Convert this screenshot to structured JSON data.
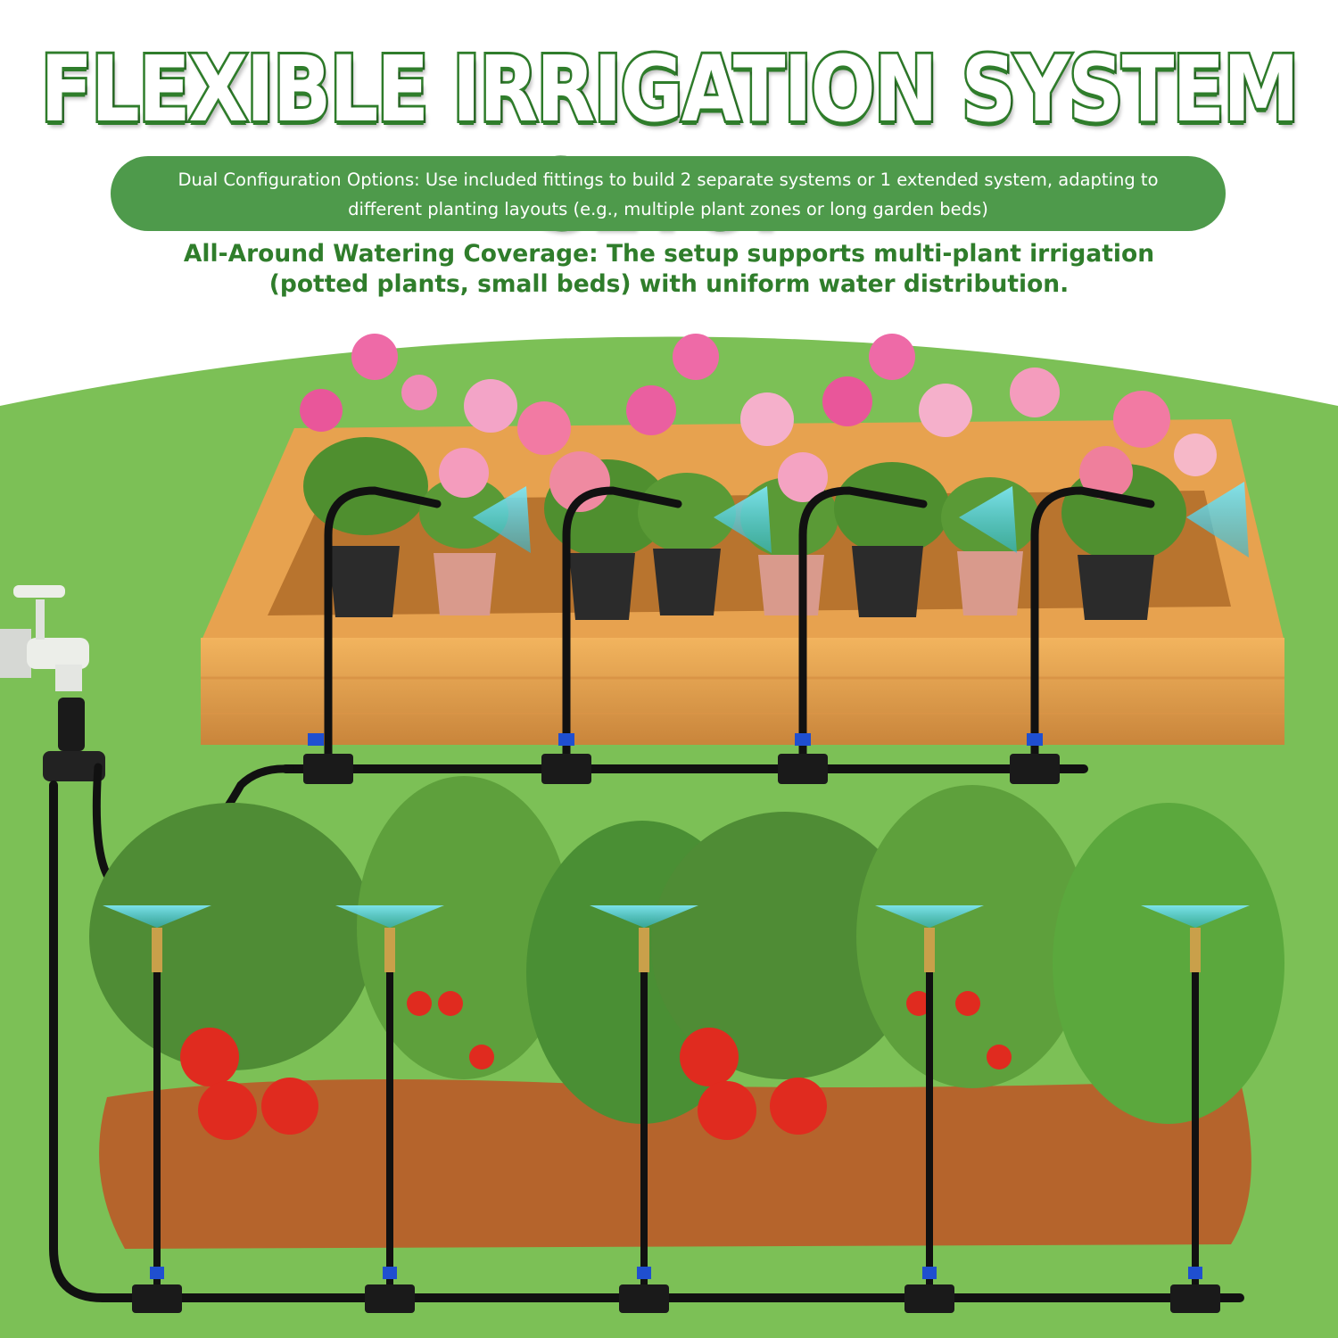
{
  "headline": "FLEXIBLE IRRIGATION SYSTEM SETUP",
  "config_note": {
    "line1": "Dual Configuration Options: Use included fittings to build 2 separate systems or 1 extended system, adapting to",
    "line2": "different planting layouts (e.g., multiple plant zones or long garden beds)"
  },
  "coverage_note": {
    "line1": "All-Around Watering Coverage: The setup supports multi-plant irrigation",
    "line2": "(potted plants, small beds) with uniform water distribution."
  },
  "colors": {
    "brand_green": "#2f7d2b",
    "pill_green": "#4e9a4b",
    "backdrop_green": "#7cc056",
    "tubing": "#111111",
    "fitting_blue": "#1f4fd0",
    "mist": "#5fd6e8"
  },
  "illustration": {
    "raised_bed_sprinklers": 4,
    "ground_bed_sprinklers": 5
  }
}
